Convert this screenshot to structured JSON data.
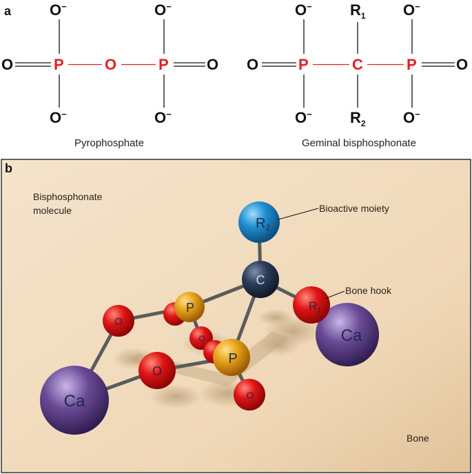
{
  "panel_a": {
    "label": "a",
    "pyrophosphate": {
      "caption": "Pyrophosphate",
      "atoms": {
        "o_top_left": "O",
        "o_top_right": "O",
        "o_left": "O",
        "p_left": "P",
        "o_bridge": "O",
        "p_right": "P",
        "o_right": "O",
        "o_bottom_left": "O",
        "o_bottom_right": "O"
      }
    },
    "bisphosphonate": {
      "caption": "Geminal bisphosphonate",
      "atoms": {
        "o_top_left": "O",
        "r1_main": "R",
        "r1_sub": "1",
        "o_top_right": "O",
        "o_left": "O",
        "p_left": "P",
        "c_center": "C",
        "p_right": "P",
        "o_right": "O",
        "o_bottom_left": "O",
        "r2_main": "R",
        "r2_sub": "2",
        "o_bottom_right": "O"
      }
    },
    "minus_sign": "−"
  },
  "panel_b": {
    "label": "b",
    "title_line1": "Bisphosphonate",
    "title_line2": "molecule",
    "annotation_bioactive": "Bioactive moiety",
    "annotation_bonehook": "Bone hook",
    "bone_label": "Bone",
    "balls": {
      "r2_main": "R",
      "r2_sub": "2",
      "c": "C",
      "r1_main": "R",
      "r1_sub": "1",
      "p_upper": "P",
      "p_lower": "P",
      "o_left": "O",
      "o_mid_small": "O",
      "o_center": "O",
      "o_bottom": "O",
      "ca_right": "Ca",
      "ca_left": "Ca"
    }
  },
  "colors": {
    "phosphorus_red": "#e31e24",
    "bone_beige": "#f1dcc0",
    "oxygen_ball": "#e01515",
    "phosphorus_ball": "#e8a21a",
    "carbon_ball": "#27364f",
    "r2_ball": "#1f8fd0",
    "calcium_ball": "#6a4a96"
  }
}
